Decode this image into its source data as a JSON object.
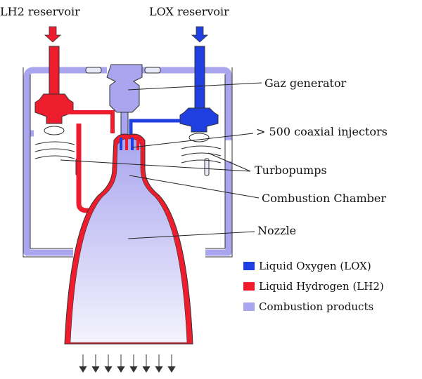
{
  "labels": {
    "lh2_reservoir": "LH2 reservoir",
    "lox_reservoir": "LOX reservoir",
    "gas_generator": "Gaz generator",
    "injectors": "> 500 coaxial injectors",
    "turbopumps": "Turbopumps",
    "combustion_chamber": "Combustion Chamber",
    "nozzle": "Nozzle"
  },
  "legend": [
    {
      "label": "Liquid Oxygen (LOX)",
      "color": "#1f3fe0"
    },
    {
      "label": "Liquid Hydrogen (LH2)",
      "color": "#ee1d2e"
    },
    {
      "label": "Combustion products",
      "color": "#a9a6ef"
    }
  ],
  "colors": {
    "lox": "#1f3fe0",
    "lh2": "#ee1d2e",
    "combustion": "#a9a6ef",
    "outline": "#333333"
  },
  "icons": [
    "down-arrow-icon",
    "exhaust-arrow-icon"
  ]
}
